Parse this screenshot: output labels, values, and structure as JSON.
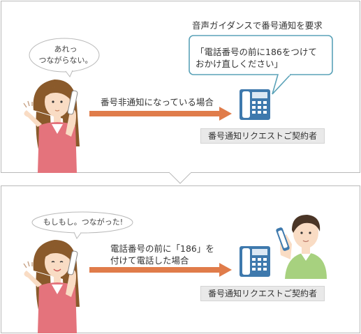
{
  "scenario_top": {
    "speech_bubble_lines": [
      "あれっ",
      "つながらない。"
    ],
    "arrow_label": "番号非通知になっている場合",
    "guidance_title": "音声ガイダンスで番号通知を要求",
    "guidance_quote_lines": [
      "「電話番号の前に186をつけて",
      "おかけ直しください」"
    ],
    "recipient_label": "番号通知リクエストご契約者"
  },
  "scenario_bottom": {
    "speech_bubble_text": "もしもし。つながった!",
    "arrow_label_lines": [
      "電話番号の前に「186」を",
      "付けて電話した場合"
    ],
    "recipient_label": "番号通知リクエストご契約者"
  },
  "colors": {
    "arrow": "#e07c4a",
    "bubble_border": "#5aa2b8",
    "phone": "#3e79ad",
    "label_bg": "#e9e9e9",
    "panel_border": "#b9b9b9",
    "woman_shirt": "#e4737c",
    "man_shirt": "#a7d17f"
  }
}
